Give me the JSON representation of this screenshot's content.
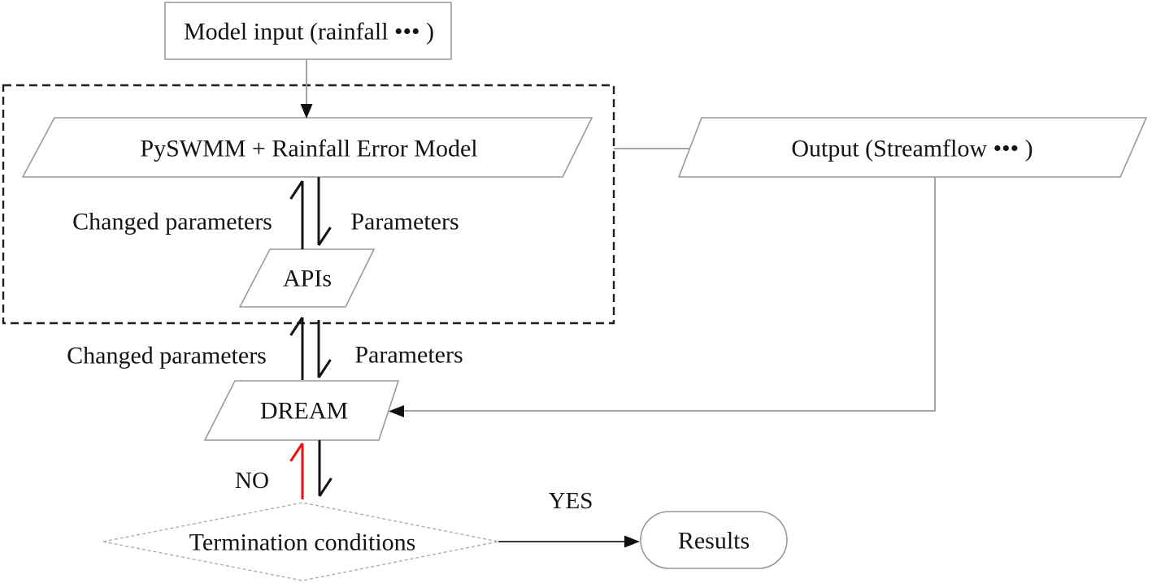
{
  "figure": {
    "type": "flowchart",
    "nodes": {
      "model_input": {
        "label": "Model input (rainfall ••• )",
        "shape": "rectangle"
      },
      "pyswmm": {
        "label": "PySWMM + Rainfall Error Model",
        "shape": "parallelogram"
      },
      "apis": {
        "label": "APIs",
        "shape": "parallelogram"
      },
      "output": {
        "label": "Output (Streamflow ••• )",
        "shape": "parallelogram"
      },
      "dream": {
        "label": "DREAM",
        "shape": "parallelogram"
      },
      "termination": {
        "label": "Termination conditions",
        "shape": "diamond"
      },
      "results": {
        "label": "Results",
        "shape": "terminator"
      }
    },
    "edge_labels": {
      "changed_parameters_upper": "Changed parameters",
      "parameters_upper": "Parameters",
      "changed_parameters_lower": "Changed parameters",
      "parameters_lower": "Parameters",
      "no": "NO",
      "yes": "YES"
    },
    "colors": {
      "background": "#ffffff",
      "shape_border": "#9a9a9a",
      "dashed_container": "#1f1f1f",
      "black_arrow": "#141414",
      "red_arrow": "#ee1111",
      "connector": "#9a9a9a",
      "text": "#141414"
    }
  }
}
